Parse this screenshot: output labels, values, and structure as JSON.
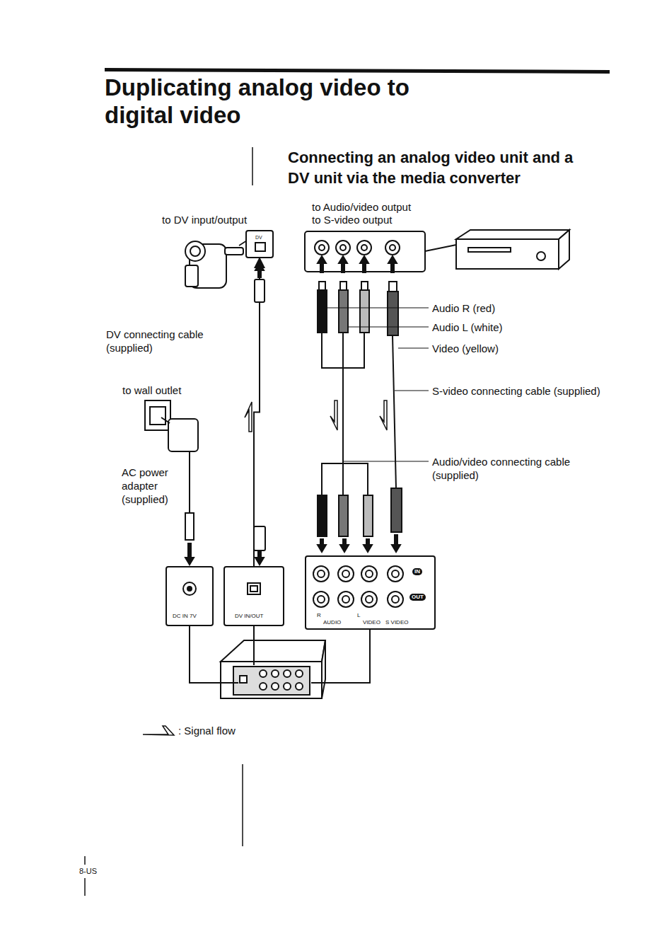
{
  "diagram": {
    "title": "Duplicating analog video to digital video",
    "nodes": [
      {
        "text": [
          "DV"
        ]
      },
      {
        "text": [
          "DC IN 7V"
        ]
      },
      {
        "text": [
          "DV IN/OUT"
        ]
      },
      {
        "text": [
          "IN",
          "OUT",
          "R",
          "L",
          "AUDIO",
          "VIDEO",
          "S VIDEO"
        ]
      }
    ],
    "edges": [
      {
        "from": 2,
        "to": 0,
        "arrow": "both"
      }
    ],
    "labels": [
      "Connecting an analog video unit and a DV unit via the media converter",
      "to Audio/video output",
      "to S-video output",
      "to DV input/output",
      "Audio R (red)",
      "Audio L (white)",
      "Video (yellow)",
      "DV connecting cable (supplied)",
      "to wall outlet",
      "S-video connecting cable (supplied)",
      "AC power adapter (supplied)",
      "Audio/video connecting cable (supplied)",
      "8-US"
    ],
    "legend": [
      {
        "text": ": Signal flow"
      }
    ]
  }
}
